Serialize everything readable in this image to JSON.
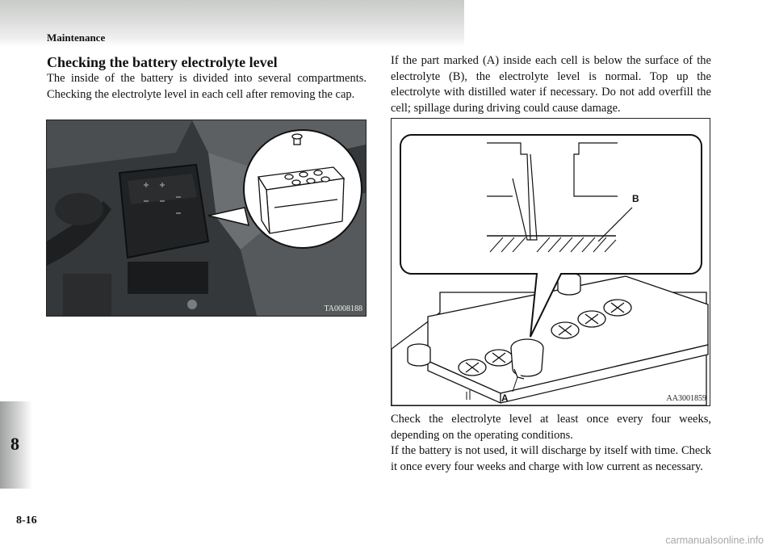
{
  "header": {
    "section": "Maintenance"
  },
  "chapter": {
    "number": "8"
  },
  "page": {
    "number": "8-16"
  },
  "left_column": {
    "title": "Checking the battery electrolyte level",
    "intro": "The inside of the battery is divided into several compartments. Checking the electrolyte level in each cell after removing the cap."
  },
  "figure_left": {
    "id": "TA0008188"
  },
  "right_column": {
    "para1": "If the part marked (A) inside each cell is below the surface of the electrolyte (B), the electrolyte level is normal. Top up the electrolyte with distilled water if necessary. Do not add overfill the cell; spillage during driving could cause damage.",
    "para2": "Check the electrolyte level at least once every four weeks, depending on the operating conditions.",
    "para3": "If the battery is not used, it will discharge by itself with time. Check it once every four weeks and charge with low current as necessary."
  },
  "figure_right": {
    "id": "AA3001859",
    "label_a": "A",
    "label_b": "B"
  },
  "watermark": "carmanualsonline.info"
}
